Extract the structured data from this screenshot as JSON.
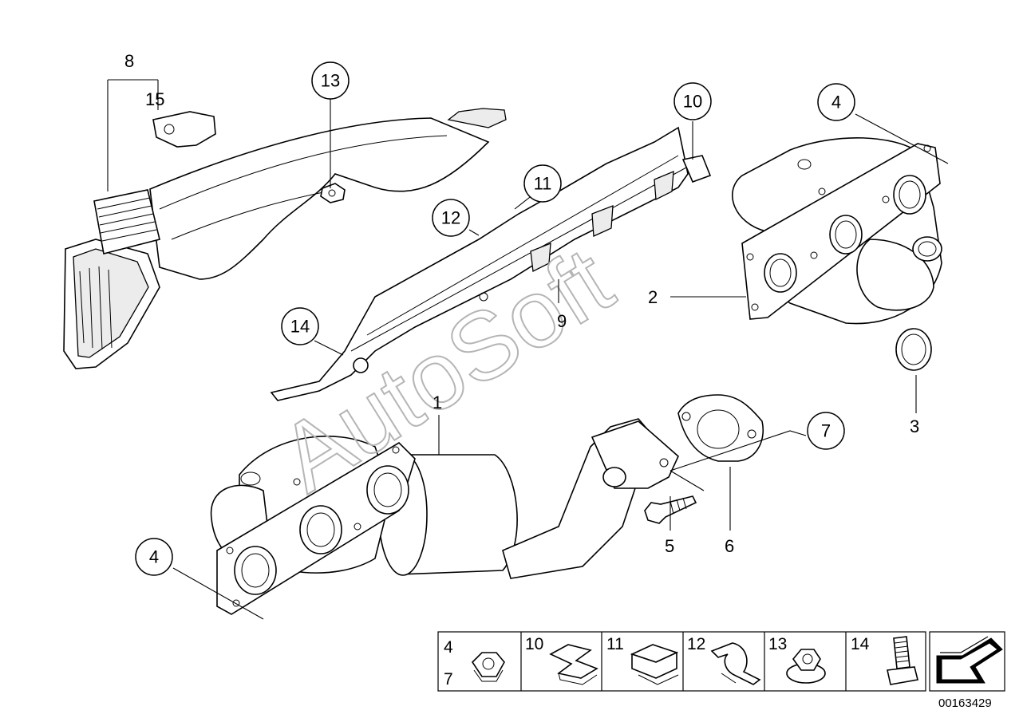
{
  "callouts": {
    "c1": "1",
    "c2": "2",
    "c3": "3",
    "c4a": "4",
    "c4b": "4",
    "c5": "5",
    "c6": "6",
    "c7": "7",
    "c8": "8",
    "c9": "9",
    "c10": "10",
    "c11": "11",
    "c12": "12",
    "c13": "13",
    "c14": "14",
    "c15": "15"
  },
  "watermark": "AutoSoft",
  "legend_table": {
    "cells": [
      {
        "labels": [
          "4",
          "7"
        ],
        "icon": "hex-nut-icon"
      },
      {
        "labels": [
          "10"
        ],
        "icon": "spring-clip-icon"
      },
      {
        "labels": [
          "11"
        ],
        "icon": "clip-nut-icon"
      },
      {
        "labels": [
          "12"
        ],
        "icon": "cable-clip-icon"
      },
      {
        "labels": [
          "13"
        ],
        "icon": "flange-nut-icon"
      },
      {
        "labels": [
          "14"
        ],
        "icon": "bolt-icon"
      },
      {
        "labels": [],
        "icon": "direction-arrow-icon"
      }
    ]
  },
  "diagram_code": "00163429"
}
